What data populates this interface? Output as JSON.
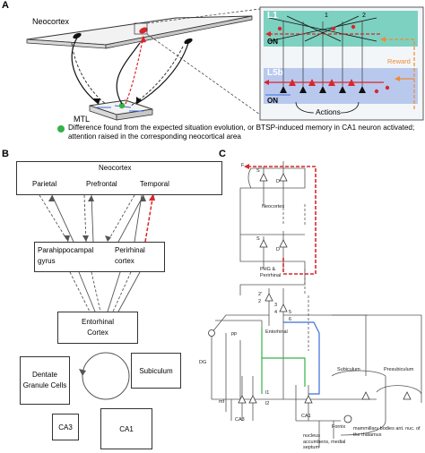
{
  "panels": {
    "a": "A",
    "b": "B",
    "c": "C"
  },
  "panel_a": {
    "neocortex": "Neocortex",
    "mtl": "MTL",
    "l1": "L1",
    "l5b": "L5b",
    "on_top": "ON",
    "on_bottom": "ON",
    "num1": "1",
    "num2": "2",
    "reward": "Reward",
    "actions": "Actions",
    "caption": "Difference found from the expected situation evolution, or BTSP-induced memory in CA1 neuron activated; attention raised in the corresponding neocortical area",
    "colors": {
      "teal": "#7dd1c0",
      "blue": "#b9c9ee",
      "red": "#d9262b",
      "orange": "#f08a34",
      "green": "#34b24a",
      "panel_bg": "#f3f6f9"
    }
  },
  "panel_b": {
    "neocortex": "Neocortex",
    "parietal": "Parietal",
    "prefrontal": "Prefrontal",
    "temporal": "Temporal",
    "parahippocampal": "Parahippocampal gyrus",
    "perirhinal": "Perirhinal cortex",
    "entorhinal": "Entorhinal Cortex",
    "dentate": "Dentate Granule Cells",
    "subiculum": "Subiculum",
    "ca3": "CA3",
    "ca1": "CA1"
  },
  "panel_c": {
    "f": "F",
    "s1": "S",
    "d1": "D",
    "neocortex": "Neocortex",
    "s2": "S",
    "d2": "D",
    "phg": "PHG & Perirhinal",
    "l2p": "2'",
    "l2": "2",
    "l3": "3",
    "l4": "4",
    "l5": "5",
    "l6": "6",
    "pp": "pp",
    "entorhinal": "Entorhinal",
    "dg": "DG",
    "mf": "mf",
    "ca3": "CA3",
    "l1": "l1",
    "l2b": "l2",
    "ca1": "CA1",
    "subiculum": "Subiculum",
    "presubiculum": "Presubiculum",
    "fornix": "Fornix",
    "nucleus": "nucleus accumbens, medial septum",
    "mammillary": "mammillary bodies ant. nuc. of the thalamus"
  }
}
